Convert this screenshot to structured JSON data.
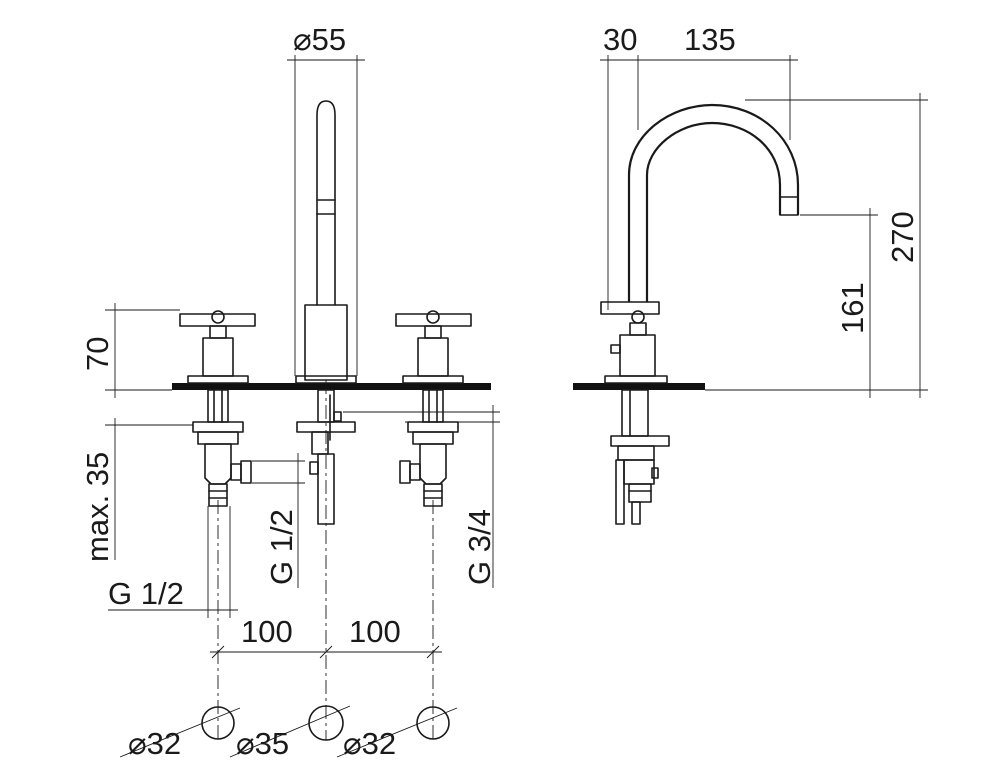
{
  "front_view": {
    "spout_diameter": "⌀55",
    "handle_height": "70",
    "max_mount_depth": "max. 35",
    "thread_outer": "G 1/2",
    "thread_middle": "G 1/2",
    "thread_right": "G 3/4",
    "spacing_left": "100",
    "spacing_right": "100"
  },
  "side_view": {
    "spout_offset": "30",
    "spout_reach": "135",
    "outlet_height": "161",
    "total_height": "270"
  },
  "hole_diameters": {
    "left": "⌀32",
    "middle": "⌀35",
    "right": "⌀32"
  }
}
